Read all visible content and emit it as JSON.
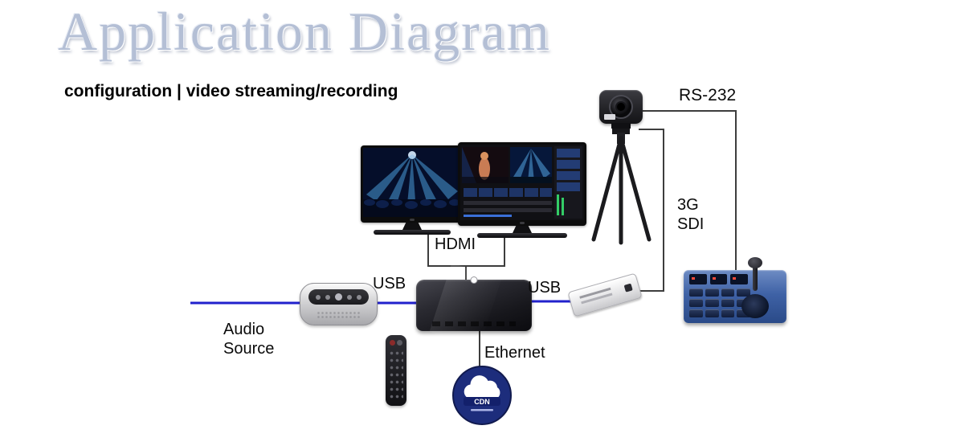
{
  "title": "Application Diagram",
  "subtitle": "configuration | video streaming/recording",
  "labels": {
    "rs232": "RS-232",
    "sdi_line1": "3G",
    "sdi_line2": "SDI",
    "hdmi": "HDMI",
    "usb_left": "USB",
    "usb_right": "USB",
    "ethernet": "Ethernet",
    "audio_line1": "Audio",
    "audio_line2": "Source"
  },
  "cloud": {
    "label": "CDN"
  },
  "colors": {
    "wire": "#3d3d3d",
    "usb_line": "#2121cc",
    "title_text": "#b4bfd5",
    "cloud_fill": "#1d2d7c",
    "controller_body": "#3f62a6"
  }
}
